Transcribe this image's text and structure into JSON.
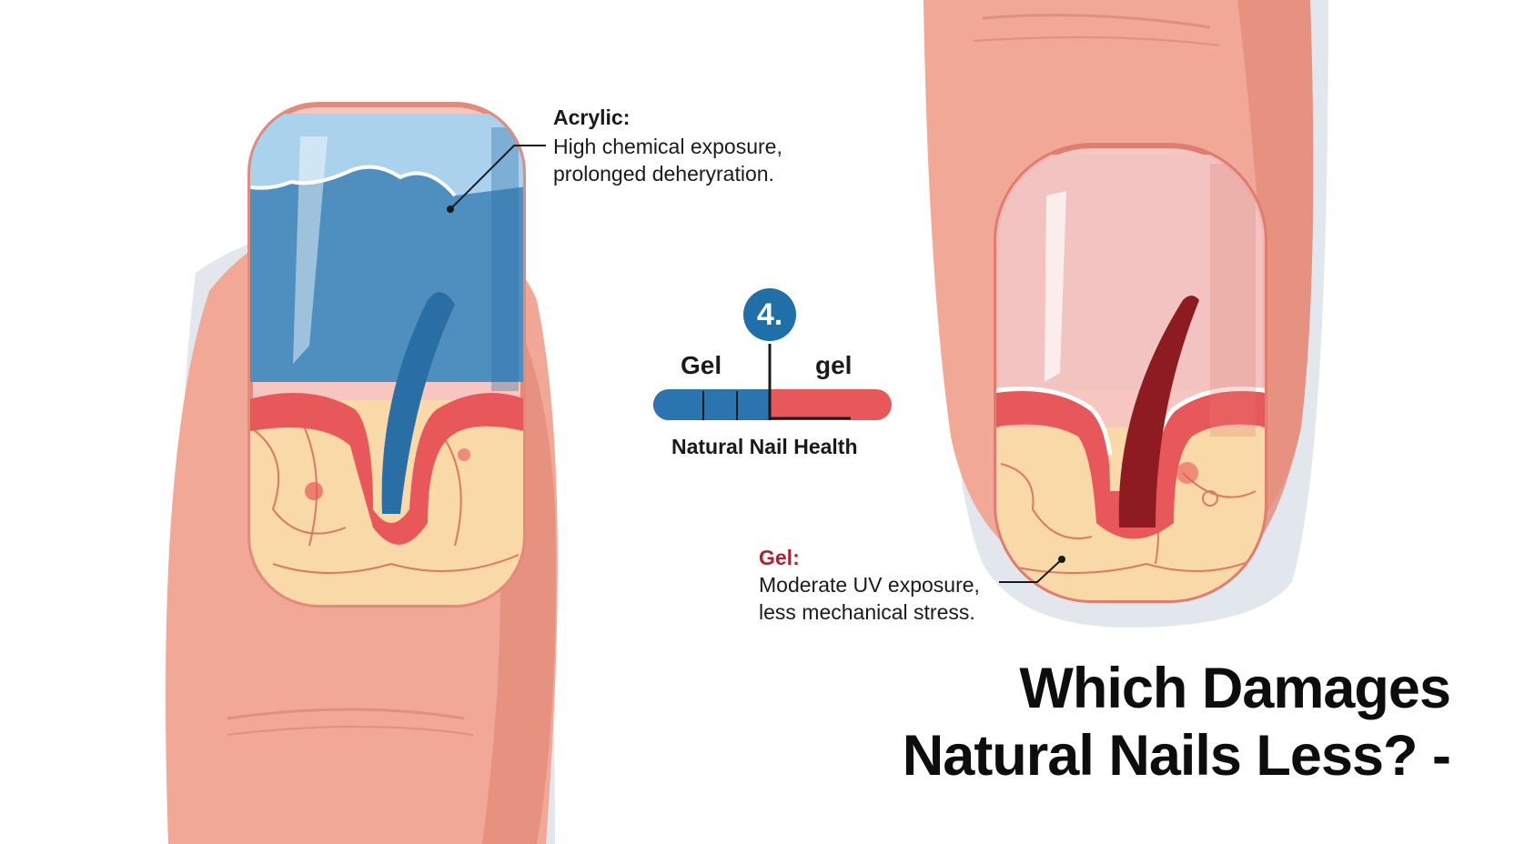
{
  "acrylic": {
    "title": "Acrylic:",
    "line1": "High chemical exposure,",
    "line2": "prolonged deheryration."
  },
  "gel": {
    "title": "Gel:",
    "line1": "Moderate UV exposure,",
    "line2": "less mechanical stress."
  },
  "scale": {
    "badge": "4.",
    "left_label": "Gel",
    "right_label": "gel",
    "title": "Natural Nail Health",
    "marker_fraction": 0.5
  },
  "headline": {
    "line1": "Which Damages",
    "line2": "Natural Nails Less? -"
  },
  "icons": [
    "acrylic-nail-illustration",
    "gel-nail-illustration"
  ],
  "colors": {
    "skin": "#f2a896",
    "acrylic_blue": "#4f8fc0",
    "gel_pink": "#f1c2c0",
    "scale_blue": "#2a74b0",
    "scale_red": "#e8585a",
    "accent_red": "#b3202a"
  }
}
